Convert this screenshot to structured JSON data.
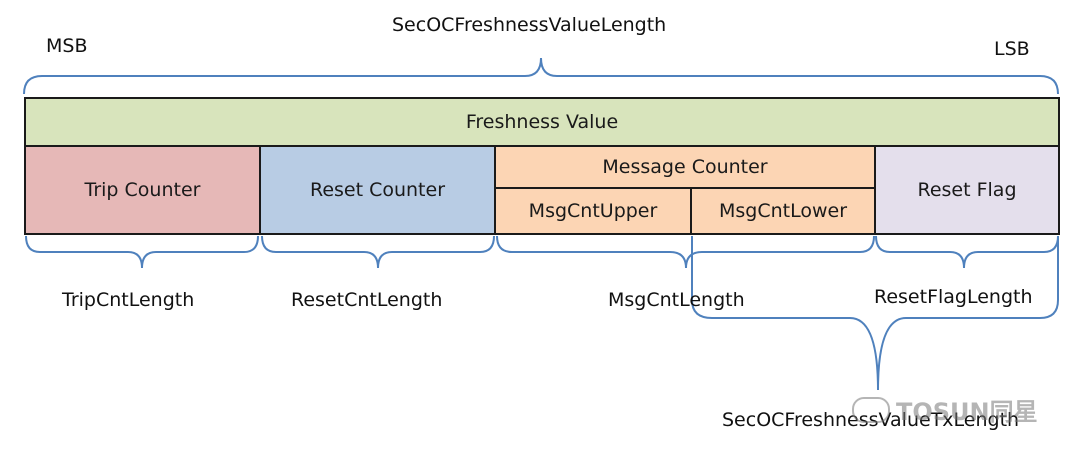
{
  "top": {
    "total_length": "SecOCFreshnessValueLength",
    "msb": "MSB",
    "lsb": "LSB"
  },
  "boxes": {
    "freshness_value": "Freshness Value",
    "trip_counter": "Trip Counter",
    "reset_counter": "Reset Counter",
    "message_counter": "Message Counter",
    "msg_cnt_upper": "MsgCntUpper",
    "msg_cnt_lower": "MsgCntLower",
    "reset_flag": "Reset Flag"
  },
  "bottom": {
    "trip_cnt_length": "TripCntLength",
    "reset_cnt_length": "ResetCntLength",
    "msg_cnt_length": "MsgCntLength",
    "reset_flag_length": "ResetFlagLength",
    "tx_length": "SecOCFreshnessValueTxLength"
  },
  "watermark": "TOSUN同星",
  "colors": {
    "freshness": "#d8e4bc",
    "trip": "#e6b8b7",
    "reset": "#b8cce4",
    "message": "#fcd5b4",
    "flag": "#e4dfec",
    "brace": "#4f81bd"
  }
}
